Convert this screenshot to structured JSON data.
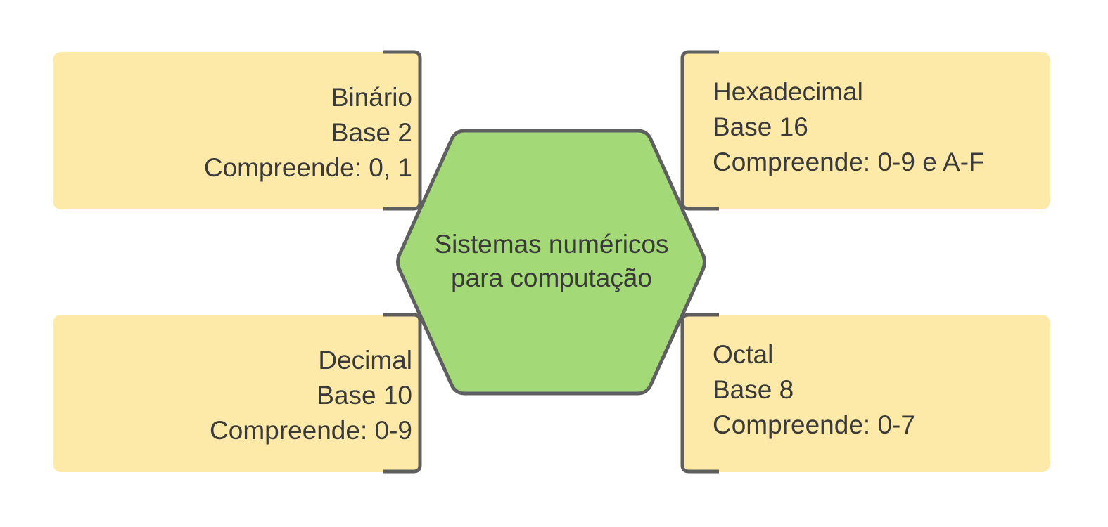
{
  "colors": {
    "card_fill": "#fde9a8",
    "hub_fill": "#a3d977",
    "outline": "#5f5f5f",
    "text": "#3a3a3a"
  },
  "hub": {
    "line1": "Sistemas numéricos",
    "line2": "para computação"
  },
  "cards": {
    "binary": {
      "title": "Binário",
      "base": "Base 2",
      "digits": "Compreende: 0, 1"
    },
    "hexadecimal": {
      "title": "Hexadecimal",
      "base": "Base 16",
      "digits": "Compreende: 0-9 e A-F"
    },
    "decimal": {
      "title": "Decimal",
      "base": "Base 10",
      "digits": "Compreende: 0-9"
    },
    "octal": {
      "title": "Octal",
      "base": "Base 8",
      "digits": "Compreende: 0-7"
    }
  }
}
